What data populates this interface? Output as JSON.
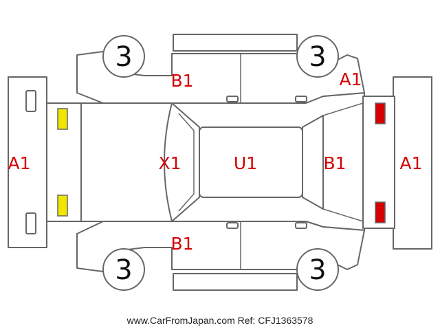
{
  "colors": {
    "outline": "#666666",
    "code_text": "#d40000",
    "wheel_text": "#111111",
    "light_front": "#f2e600",
    "light_rear": "#d40000"
  },
  "wheels": [
    "3",
    "3",
    "3",
    "3"
  ],
  "codes": {
    "front_bumper": "A1",
    "rear_bumper": "A1",
    "rear_right_fender": "A1",
    "left_door": "B1",
    "right_door": "B1",
    "rear_gate": "B1",
    "hood": "X1",
    "roof": "U1"
  },
  "footer": "www.CarFromJapan.com Ref: CFJ1363578"
}
